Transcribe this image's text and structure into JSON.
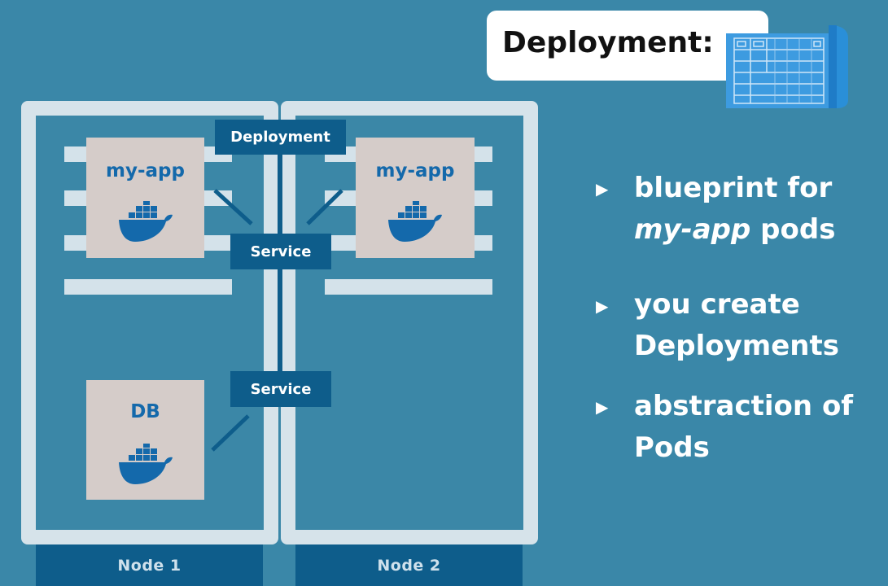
{
  "callout": {
    "title": "Deployment:"
  },
  "components": {
    "deployment_label": "Deployment",
    "service_top_label": "Service",
    "service_bottom_label": "Service"
  },
  "pods": {
    "node1_app": "my-app",
    "node2_app": "my-app",
    "node1_db": "DB"
  },
  "nodes": {
    "node1_label": "Node 1",
    "node2_label": "Node 2"
  },
  "bullets": [
    {
      "line1": "blueprint for",
      "line2_italic": "my-app",
      "line2_rest": " pods"
    },
    {
      "line1": "you create",
      "line2": "Deployments"
    },
    {
      "line1": "abstraction of",
      "line2": "Pods"
    }
  ],
  "icons": {
    "bullet": "triangle-right-icon",
    "container": "docker-whale-icon",
    "blueprint": "blueprint-scroll-icon"
  },
  "colors": {
    "background": "#3a87a8",
    "node_frame": "#d6e3ea",
    "component": "#0e5d8b",
    "pod": "#d5ccc9",
    "pod_label": "#1469ab"
  }
}
